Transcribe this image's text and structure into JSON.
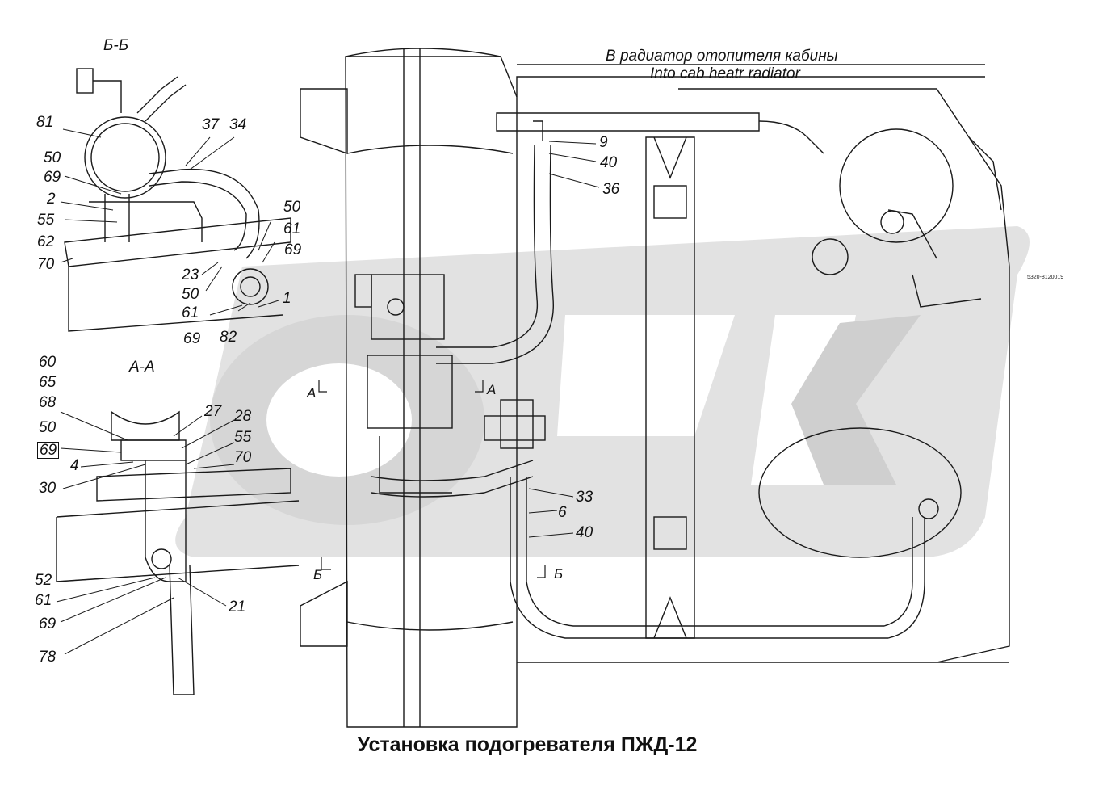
{
  "caption": "Установка подогревателя ПЖД-12",
  "notes": {
    "ru": "В радиатор отопителя кабины",
    "en": "Into cab heatr radiator"
  },
  "section_labels": [
    "Б-Б",
    "А-А",
    "А",
    "А",
    "Б",
    "Б"
  ],
  "part_code": "5320-8120019",
  "callouts_bb": [
    "81",
    "37",
    "34",
    "50",
    "69",
    "2",
    "55",
    "62",
    "70",
    "50",
    "61",
    "69",
    "23",
    "50",
    "61",
    "1",
    "69",
    "82"
  ],
  "callouts_aa": [
    "60",
    "65",
    "68",
    "50",
    "69",
    "27",
    "28",
    "55",
    "4",
    "70",
    "30",
    "52",
    "61",
    "69",
    "21",
    "78"
  ],
  "callouts_main": [
    "9",
    "40",
    "36",
    "33",
    "6",
    "40"
  ],
  "colors": {
    "line": "#1a1a1a",
    "watermark": "#d8d8d8"
  }
}
